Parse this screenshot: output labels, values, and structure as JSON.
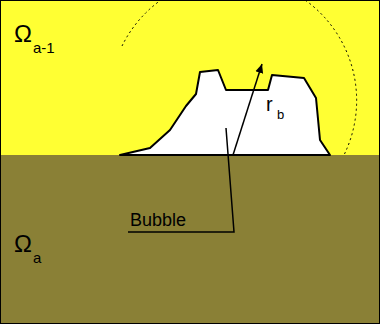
{
  "diagram": {
    "labels": [
      "Ω",
      "a-1",
      "Ω",
      "a",
      "r",
      "b",
      "Bubble"
    ]
  }
}
